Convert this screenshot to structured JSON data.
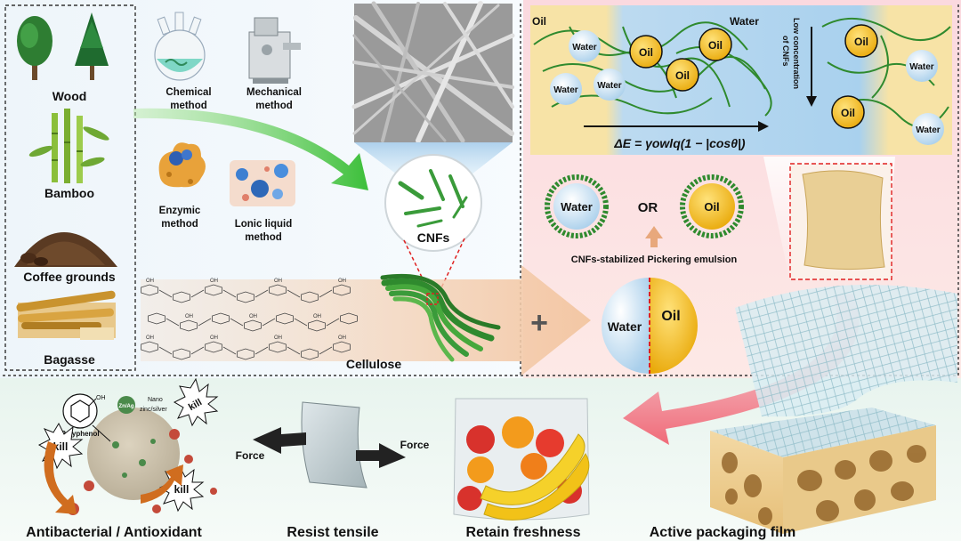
{
  "sources": {
    "wood": "Wood",
    "bamboo": "Bamboo",
    "coffee": "Coffee grounds",
    "bagasse": "Bagasse"
  },
  "methods": {
    "chemical": [
      "Chemical",
      "method"
    ],
    "mechanical": [
      "Mechanical",
      "method"
    ],
    "enzymic": [
      "Enzymic",
      "method"
    ],
    "ionic": [
      "Lonic liquid",
      "method"
    ]
  },
  "cnfs_label": "CNFs",
  "cellulose_label": "Cellulose",
  "cellulose_oh": "OH",
  "interface": {
    "oil": "Oil",
    "water": "Water",
    "droplet_water": "Water",
    "droplet_oil": "Oil",
    "formula": "ΔE = γowlq(1 − |cosθ|)",
    "low_conc": [
      "Low concentration",
      "of CNFs"
    ]
  },
  "emulsion": {
    "water": "Water",
    "or": "OR",
    "oil": "Oil",
    "caption": "CNFs-stabilized Pickering emulsion"
  },
  "half_droplet": {
    "water": "Water",
    "oil": "Oil"
  },
  "plus": "+",
  "antibacterial": {
    "oh": "OH",
    "polyphenol": "Polyphenol",
    "zn_ag": "Zn/Ag",
    "nano": [
      "Nano",
      "zinc/silver"
    ],
    "kill": "kill"
  },
  "tensile": {
    "force_left": "Force",
    "force_right": "Force"
  },
  "captions": {
    "antibacterial": "Antibacterial / Antioxidant",
    "tensile": "Resist tensile",
    "freshness": "Retain freshness",
    "packaging": "Active packaging film"
  },
  "colors": {
    "green_arrow": "#56c44a",
    "pink_arrow": "#f06a78",
    "oil_fill": "#f2c01d",
    "water_fill": "#cfe6f5",
    "fiber_green": "#2f8a2e"
  }
}
